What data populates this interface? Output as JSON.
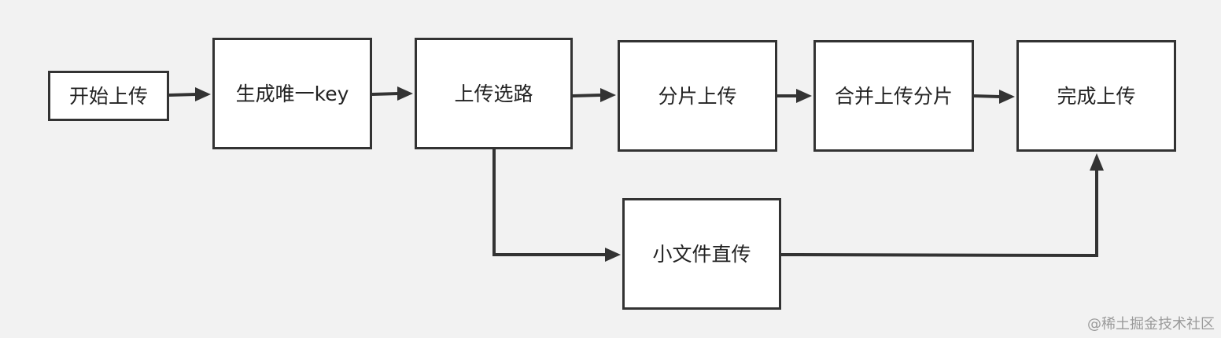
{
  "nodes": {
    "start": "开始上传",
    "generate_key": "生成唯一key",
    "upload_route": "上传选路",
    "chunk_upload": "分片上传",
    "merge_chunks": "合并上传分片",
    "complete": "完成上传",
    "small_file_direct": "小文件直传"
  },
  "watermark": "@稀土掘金技术社区",
  "colors": {
    "background": "#f2f2f2",
    "box_fill": "#ffffff",
    "stroke": "#333333",
    "text": "#222222",
    "watermark": "#9a9a9a"
  }
}
